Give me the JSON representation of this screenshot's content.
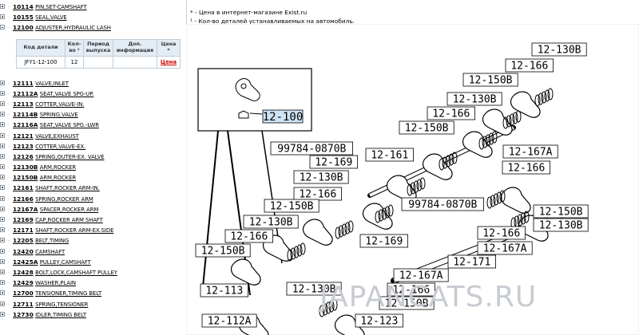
{
  "tree": {
    "items_top": [
      {
        "code": "10114",
        "desc": "PIN,SET-CAMSHAFT"
      },
      {
        "code": "10155",
        "desc": "SEAL,VALVE"
      }
    ],
    "expanded": {
      "code": "12100",
      "desc": "ADJUSTER,HYDRAULIC LASH"
    },
    "items_bottom": [
      {
        "code": "12111",
        "desc": "VALVE,INLET"
      },
      {
        "code": "12112A",
        "desc": "SEAT,VALVE SPG-UP."
      },
      {
        "code": "12113",
        "desc": "COTTER,VALVE-IN."
      },
      {
        "code": "12114B",
        "desc": "SPRING,VALVE"
      },
      {
        "code": "12116A",
        "desc": "SEAT,VALVE SPG.-LWR"
      },
      {
        "code": "12121",
        "desc": "VALVE,EXHAUST"
      },
      {
        "code": "12123",
        "desc": "COTTER,VALVE-EX."
      },
      {
        "code": "12126",
        "desc": "SPRING,OUTER-EX. VALVE"
      },
      {
        "code": "12130B",
        "desc": "ARM,ROCKER"
      },
      {
        "code": "12150B",
        "desc": "ARM,ROCKER"
      },
      {
        "code": "12161",
        "desc": "SHAFT,ROCKER ARM-IN."
      },
      {
        "code": "12166",
        "desc": "SPRING,ROCKER ARM"
      },
      {
        "code": "12167A",
        "desc": "SPACER,ROCKER ARM"
      },
      {
        "code": "12169",
        "desc": "CAP,ROCKER ARM SHAFT"
      },
      {
        "code": "12171",
        "desc": "SHAFT,ROCKER ARM-EX.SIDE"
      },
      {
        "code": "12205",
        "desc": "BELT,TIMING"
      },
      {
        "code": "12420",
        "desc": "CAMSHAFT"
      },
      {
        "code": "12425A",
        "desc": "PULLEY,CAMSHAFT"
      },
      {
        "code": "12428",
        "desc": "BOLT,LOCK,CAMSHAFT PULLEY"
      },
      {
        "code": "12429",
        "desc": "WASHER,PLAIN"
      },
      {
        "code": "12700",
        "desc": "TENSIONER,TIMING BELT"
      },
      {
        "code": "12711",
        "desc": "SPRING,TENSIONER"
      },
      {
        "code": "12730",
        "desc": "IDLER,TIMING BELT"
      }
    ]
  },
  "parts_table": {
    "headers": {
      "code": "Код детали",
      "qty_l1": "Кол-",
      "qty_l2": "во ¹",
      "period_l1": "Период",
      "period_l2": "выпуска",
      "info_l1": "Доп.",
      "info_l2": "информация",
      "price_l1": "Цена",
      "price_l2": "*"
    },
    "row": {
      "code": "JFY1-12-100",
      "qty": "12",
      "period": "",
      "info": "",
      "price": "Цена"
    }
  },
  "notes": {
    "line1": "* - Цена в интернет-магазине Exist.ru",
    "line2": "¹ - Кол-во деталей устанавливаемых на автомобиль."
  },
  "diagram": {
    "inset_label": "12-100",
    "labels": [
      "12-130B",
      "12-166",
      "12-150B",
      "12-130B",
      "12-166",
      "12-150B",
      "99784-0870B",
      "12-161",
      "12-169",
      "12-130B",
      "12-166",
      "12-150B",
      "12-130B",
      "12-166",
      "12-150B",
      "12-113",
      "12-112A",
      "12-167A",
      "12-166",
      "99784-0870B",
      "12-150B",
      "12-130B",
      "12-166",
      "12-167A",
      "12-169",
      "12-171",
      "12-167A",
      "12-166",
      "12-130B",
      "12-150B",
      "12-123"
    ]
  },
  "watermark": "JAPANCATS.RU",
  "colors": {
    "accent": "#2a4a6a",
    "price": "#cc0000",
    "table_header": "#e4ecf4",
    "highlight": "#cfe3f5",
    "watermark": "#c8ccd2"
  }
}
